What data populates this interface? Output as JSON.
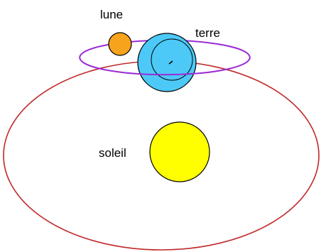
{
  "labels": {
    "moon": "lune",
    "earth": "terre",
    "sun": "soleil"
  },
  "colors": {
    "background": "#ffffff",
    "earth_orbit": "#c0282a",
    "moon_orbit": "#9b2bd6",
    "earth_fill": "#4cc9f7",
    "earth_outline": "#000000",
    "moon_fill": "#f7a31b",
    "sun_fill": "#ffff00",
    "outline": "#000000"
  }
}
